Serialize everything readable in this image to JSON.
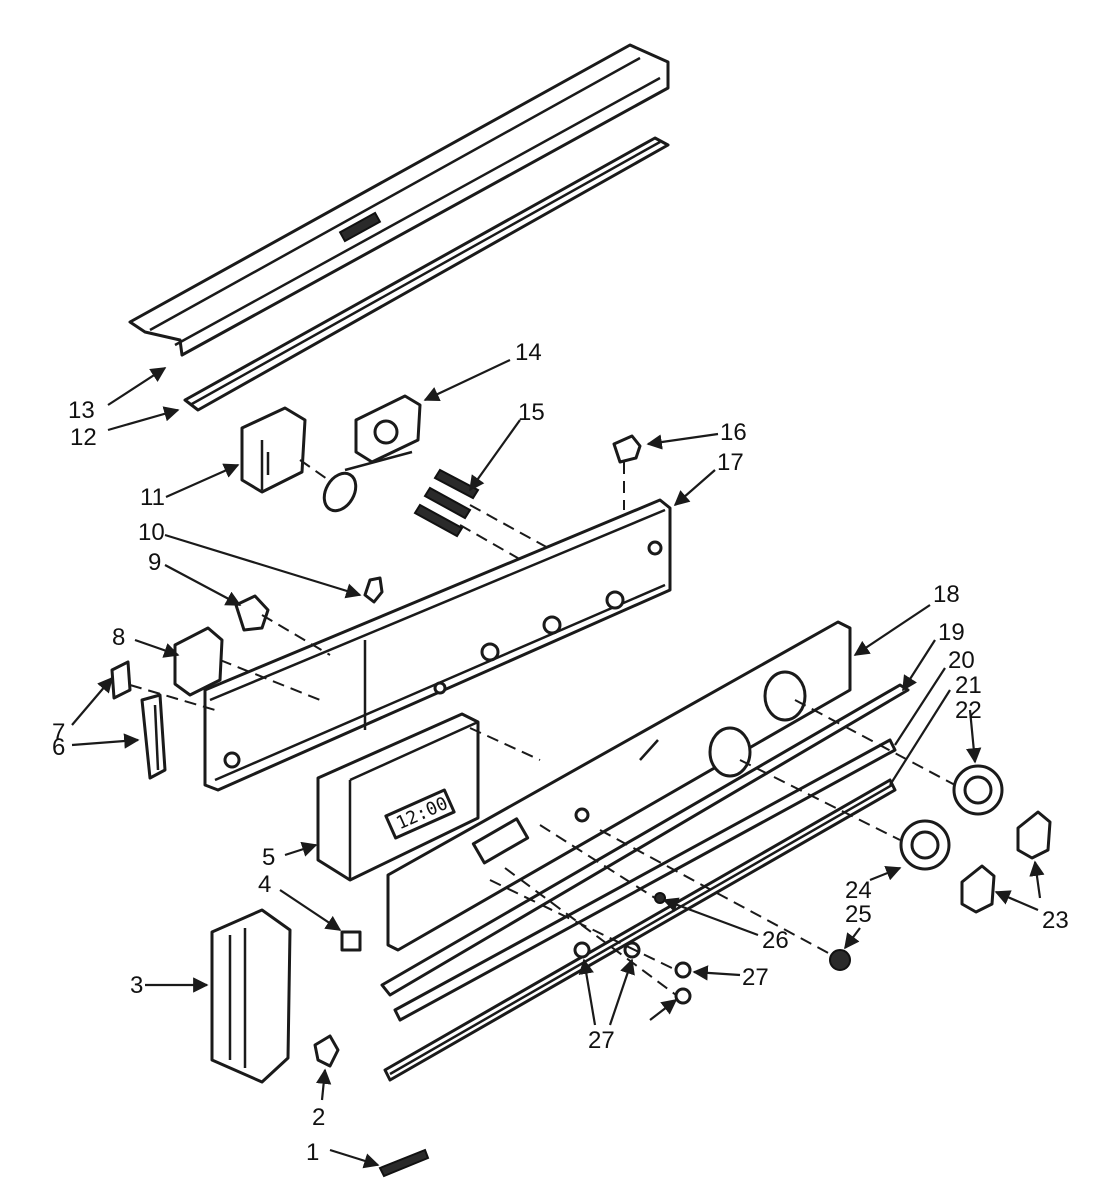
{
  "diagram": {
    "clock_display": "12:00",
    "callouts": {
      "c1": "1",
      "c2": "2",
      "c3": "3",
      "c4": "4",
      "c5": "5",
      "c6": "6",
      "c7": "7",
      "c8": "8",
      "c9": "9",
      "c10": "10",
      "c11": "11",
      "c12": "12",
      "c13": "13",
      "c14": "14",
      "c15": "15",
      "c16": "16",
      "c17": "17",
      "c18": "18",
      "c19": "19",
      "c20": "20",
      "c21": "21",
      "c22": "22",
      "c23": "23",
      "c24": "24",
      "c25": "25",
      "c26": "26",
      "c27a": "27",
      "c27b": "27"
    }
  }
}
